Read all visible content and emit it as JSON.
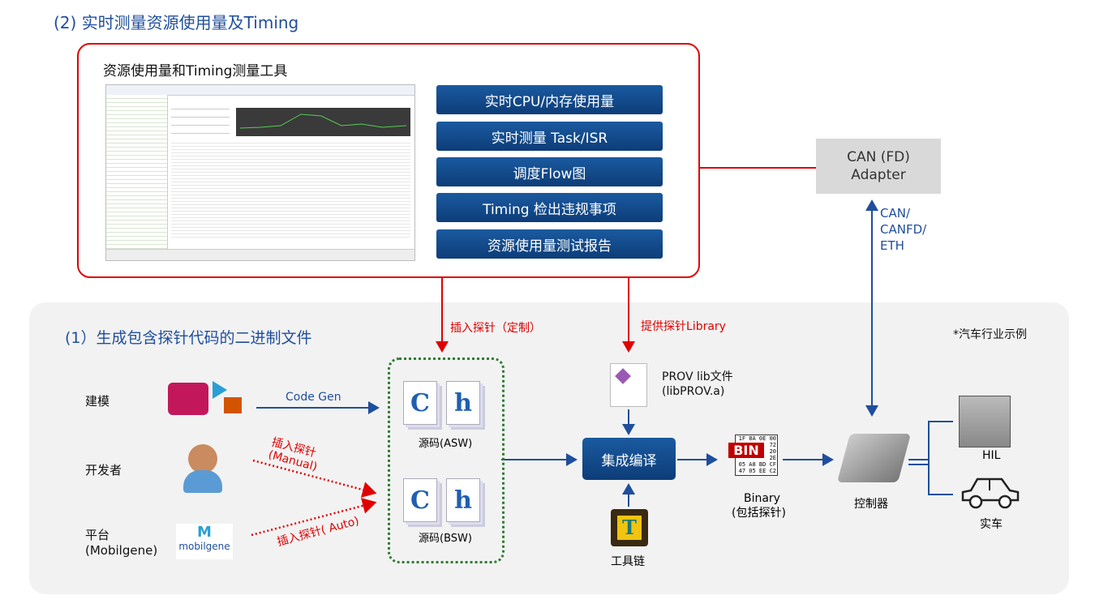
{
  "title": "(2) 实时测量资源使用量及Timing",
  "tool_box": {
    "title": "资源使用量和Timing测量工具",
    "features": [
      "实时CPU/内存使用量",
      "实时测量 Task/ISR",
      "调度Flow图",
      "Timing 检出违规事项",
      "资源使用量测试报告"
    ]
  },
  "can_adapter": {
    "line1": "CAN (FD)",
    "line2": "Adapter"
  },
  "can_link": [
    "CAN/",
    "CANFD/",
    "ETH"
  ],
  "arrows": {
    "probe_custom": "插入探针（定制）",
    "probe_library": "提供探针Library",
    "code_gen": "Code Gen",
    "probe_manual_1": "插入探针",
    "probe_manual_2": "(Manual)",
    "probe_auto": "插入探针( Auto)"
  },
  "panel": {
    "heading": "(1）生成包含探针代码的二进制文件",
    "note": "*汽车行业示例"
  },
  "sources": {
    "modeling": "建模",
    "developer": "开发者",
    "platform_1": "平台",
    "platform_2": "(Mobilgene)",
    "mobilgene_logo": "mobilgene"
  },
  "code": {
    "c": "C",
    "h": "h",
    "asw": "源码(ASW)",
    "bsw": "源码(BSW)"
  },
  "prov": {
    "line1": "PROV lib文件",
    "line2": "(libPROV.a)"
  },
  "compile": "集成编译",
  "toolchain": "工具链",
  "binary": {
    "badge": "BIN",
    "hex": [
      "1F 8A 0E 00",
      "72",
      "20",
      "2E",
      "05 A8 BD CF",
      "47 05 EE C2"
    ],
    "line1": "Binary",
    "line2": "(包括探针)"
  },
  "controller": "控制器",
  "targets": {
    "hil": "HIL",
    "car": "实车"
  },
  "colors": {
    "red": "#e00000",
    "blue": "#1f4e9c",
    "button": "#0d3d78",
    "green": "#2e7d32"
  }
}
